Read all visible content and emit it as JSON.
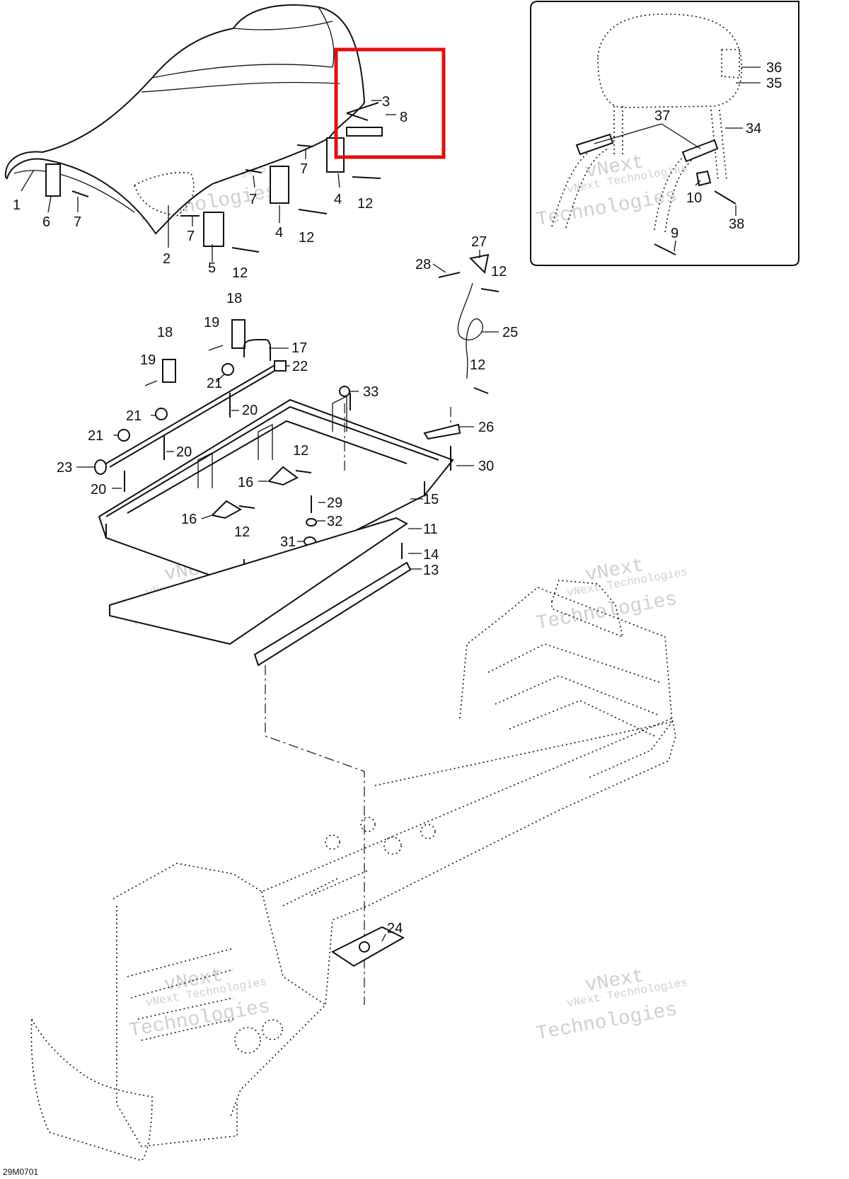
{
  "diagram_code": "29M0701",
  "watermark": {
    "line1": "vNext Technologies",
    "line2": "vNext",
    "line3": "Technologies"
  },
  "colors": {
    "line": "#111111",
    "highlight": "#e01010",
    "watermark": "#cfcfcf",
    "background": "#ffffff"
  },
  "callouts": [
    {
      "id": "c1",
      "text": "1"
    },
    {
      "id": "c2",
      "text": "2"
    },
    {
      "id": "c3",
      "text": "3"
    },
    {
      "id": "c4a",
      "text": "4"
    },
    {
      "id": "c4b",
      "text": "4"
    },
    {
      "id": "c5",
      "text": "5"
    },
    {
      "id": "c6",
      "text": "6"
    },
    {
      "id": "c7a",
      "text": "7"
    },
    {
      "id": "c7b",
      "text": "7"
    },
    {
      "id": "c7c",
      "text": "7"
    },
    {
      "id": "c7d",
      "text": "7"
    },
    {
      "id": "c8",
      "text": "8"
    },
    {
      "id": "c9",
      "text": "9"
    },
    {
      "id": "c10",
      "text": "10"
    },
    {
      "id": "c11",
      "text": "11"
    },
    {
      "id": "c12a",
      "text": "12"
    },
    {
      "id": "c12b",
      "text": "12"
    },
    {
      "id": "c12c",
      "text": "12"
    },
    {
      "id": "c12d",
      "text": "12"
    },
    {
      "id": "c12e",
      "text": "12"
    },
    {
      "id": "c12f",
      "text": "12"
    },
    {
      "id": "c12g",
      "text": "12"
    },
    {
      "id": "c13",
      "text": "13"
    },
    {
      "id": "c14",
      "text": "14"
    },
    {
      "id": "c15",
      "text": "15"
    },
    {
      "id": "c16a",
      "text": "16"
    },
    {
      "id": "c16b",
      "text": "16"
    },
    {
      "id": "c17",
      "text": "17"
    },
    {
      "id": "c18a",
      "text": "18"
    },
    {
      "id": "c18b",
      "text": "18"
    },
    {
      "id": "c19a",
      "text": "19"
    },
    {
      "id": "c19b",
      "text": "19"
    },
    {
      "id": "c20a",
      "text": "20"
    },
    {
      "id": "c20b",
      "text": "20"
    },
    {
      "id": "c20c",
      "text": "20"
    },
    {
      "id": "c21a",
      "text": "21"
    },
    {
      "id": "c21b",
      "text": "21"
    },
    {
      "id": "c21c",
      "text": "21"
    },
    {
      "id": "c22",
      "text": "22"
    },
    {
      "id": "c23",
      "text": "23"
    },
    {
      "id": "c24",
      "text": "24"
    },
    {
      "id": "c25",
      "text": "25"
    },
    {
      "id": "c26",
      "text": "26"
    },
    {
      "id": "c27",
      "text": "27"
    },
    {
      "id": "c28",
      "text": "28"
    },
    {
      "id": "c29",
      "text": "29"
    },
    {
      "id": "c30",
      "text": "30"
    },
    {
      "id": "c31",
      "text": "31"
    },
    {
      "id": "c32",
      "text": "32"
    },
    {
      "id": "c33",
      "text": "33"
    },
    {
      "id": "c34",
      "text": "34"
    },
    {
      "id": "c35",
      "text": "35"
    },
    {
      "id": "c36",
      "text": "36"
    },
    {
      "id": "c37",
      "text": "37"
    },
    {
      "id": "c38",
      "text": "38"
    }
  ]
}
